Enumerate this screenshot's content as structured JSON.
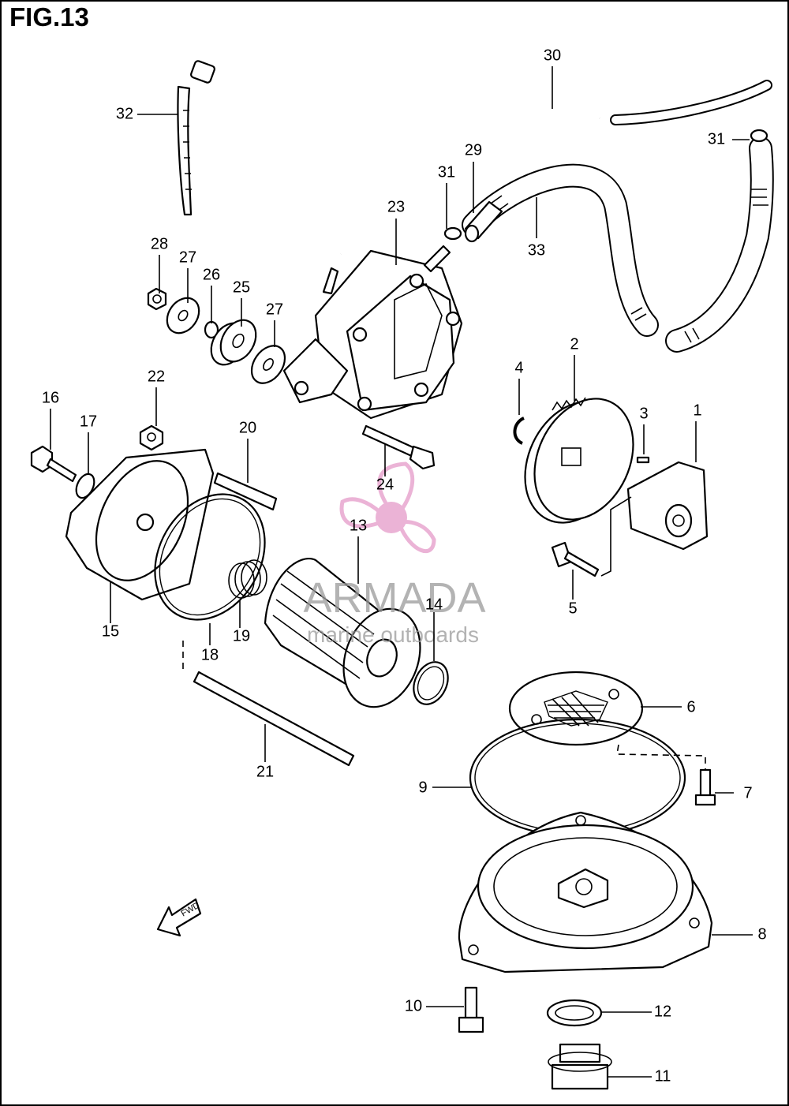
{
  "figure": {
    "title": "FIG.13"
  },
  "watermark": {
    "brand": "ARMADA",
    "tagline": "marine outboards",
    "accent_color": "#e8a6cf",
    "text_color": "#9a9a9a"
  },
  "direction_marker": {
    "label": "FWD"
  },
  "callouts": [
    {
      "id": "c1",
      "label": "1"
    },
    {
      "id": "c2",
      "label": "2"
    },
    {
      "id": "c3",
      "label": "3"
    },
    {
      "id": "c4",
      "label": "4"
    },
    {
      "id": "c5",
      "label": "5"
    },
    {
      "id": "c6",
      "label": "6"
    },
    {
      "id": "c7",
      "label": "7"
    },
    {
      "id": "c8",
      "label": "8"
    },
    {
      "id": "c9",
      "label": "9"
    },
    {
      "id": "c10",
      "label": "10"
    },
    {
      "id": "c11",
      "label": "11"
    },
    {
      "id": "c12",
      "label": "12"
    },
    {
      "id": "c13",
      "label": "13"
    },
    {
      "id": "c14",
      "label": "14"
    },
    {
      "id": "c15",
      "label": "15"
    },
    {
      "id": "c16",
      "label": "16"
    },
    {
      "id": "c17",
      "label": "17"
    },
    {
      "id": "c18",
      "label": "18"
    },
    {
      "id": "c19",
      "label": "19"
    },
    {
      "id": "c20",
      "label": "20"
    },
    {
      "id": "c21",
      "label": "21"
    },
    {
      "id": "c22",
      "label": "22"
    },
    {
      "id": "c23",
      "label": "23"
    },
    {
      "id": "c24",
      "label": "24"
    },
    {
      "id": "c25",
      "label": "25"
    },
    {
      "id": "c26",
      "label": "26"
    },
    {
      "id": "c27a",
      "label": "27"
    },
    {
      "id": "c27b",
      "label": "27"
    },
    {
      "id": "c28",
      "label": "28"
    },
    {
      "id": "c29",
      "label": "29"
    },
    {
      "id": "c30",
      "label": "30"
    },
    {
      "id": "c31a",
      "label": "31"
    },
    {
      "id": "c31b",
      "label": "31"
    },
    {
      "id": "c32",
      "label": "32"
    },
    {
      "id": "c33",
      "label": "33"
    }
  ]
}
